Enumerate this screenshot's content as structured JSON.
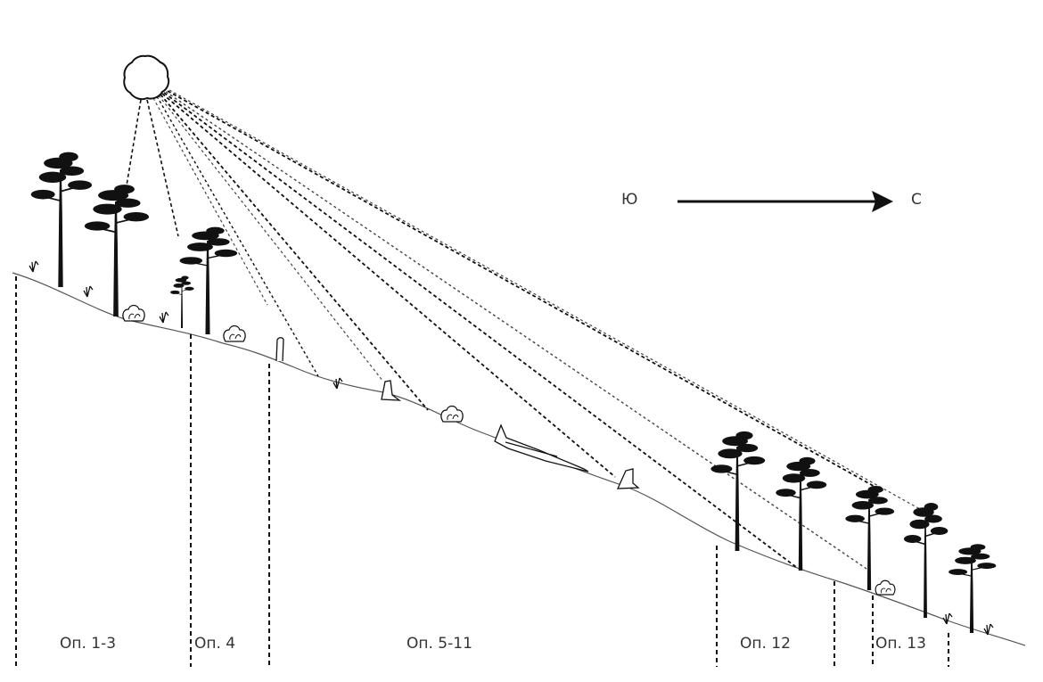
{
  "direction": {
    "from": "Ю",
    "to": "С"
  },
  "plots": [
    {
      "id": "plot-1-3",
      "label": "Оп. 1-3"
    },
    {
      "id": "plot-4",
      "label": "Оп. 4"
    },
    {
      "id": "plot-5-11",
      "label": "Оп. 5-11"
    },
    {
      "id": "plot-12",
      "label": "Оп. 12"
    },
    {
      "id": "plot-13",
      "label": "Оп. 13"
    }
  ],
  "colors": {
    "ink": "#111111",
    "label": "#333333",
    "background": "#ffffff"
  },
  "icons": [
    "sun-icon",
    "pine-tree-icon",
    "shrub-icon",
    "stump-icon",
    "fallen-log-icon",
    "direction-arrow-icon"
  ]
}
